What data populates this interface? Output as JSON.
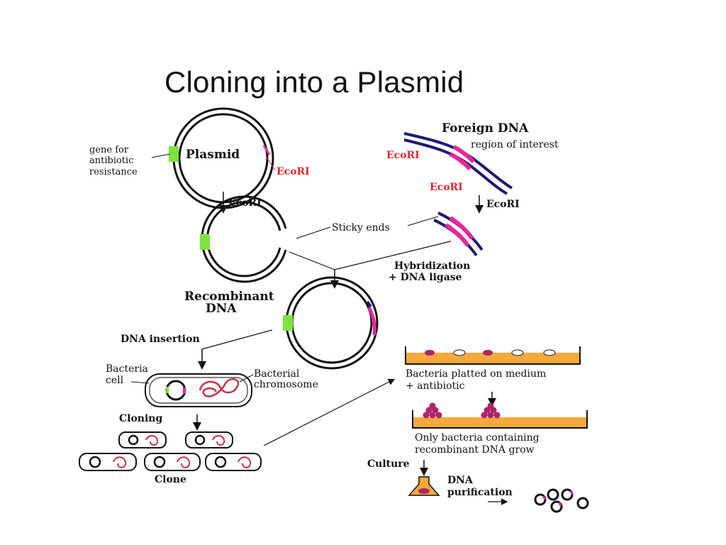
{
  "title": "Cloning into a Plasmid",
  "labels": {
    "plasmid": "Plasmid",
    "gene_line1": "gene for",
    "gene_line2": "antibiotic",
    "gene_line3": "resistance",
    "ecori_plasmid": "EcoRI",
    "ecori_step_left": "EcoRI",
    "foreign_dna": "Foreign DNA",
    "region_of_interest": "region of interest",
    "ecori_foreign_left": "EcoRI",
    "ecori_foreign_bottom": "EcoRI",
    "ecori_step_right": "EcoRI",
    "sticky_ends": "Sticky ends",
    "hybridization": "Hybridization",
    "dna_ligase": "+ DNA ligase",
    "recombinant_line1": "Recombinant",
    "recombinant_line2": "DNA",
    "dna_insertion": "DNA insertion",
    "bacteria_cell_line1": "Bacteria",
    "bacteria_cell_line2": "cell",
    "bacterial_chrom_line1": "Bacterial",
    "bacterial_chrom_line2": "chromosome",
    "cloning": "Cloning",
    "clone": "Clone",
    "plated_line1": "Bacteria platted on medium",
    "plated_line2": "+ antibiotic",
    "only_line1": "Only bacteria containing",
    "only_line2": "recombinant DNA grow",
    "culture": "Culture",
    "purification_line1": "DNA",
    "purification_line2": "purification"
  },
  "colors": {
    "dna": "#1a1a1a",
    "foreign_dna": "#1c1c6e",
    "antibiotic_gene": "#7ee33a",
    "insert": "#e6289a",
    "ecori_label": "#e0282e",
    "medium": "#f4a93c",
    "colony": "#b0246a"
  }
}
